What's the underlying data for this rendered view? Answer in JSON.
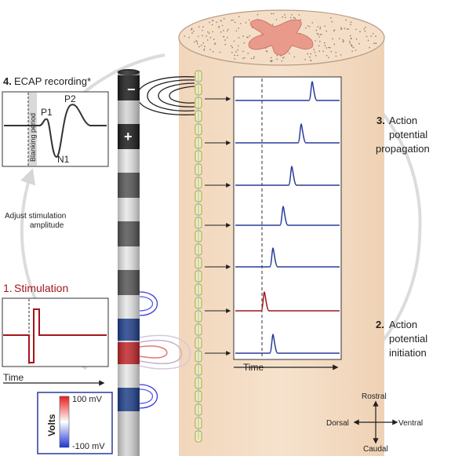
{
  "steps": {
    "recording": {
      "number": "4.",
      "label": "ECAP recording*"
    },
    "propagation": {
      "number": "3.",
      "line1": "Action",
      "line2": "potential",
      "line3": "propagation"
    },
    "initiation": {
      "number": "2.",
      "line1": "Action",
      "line2": "potential",
      "line3": "initiation"
    },
    "stimulation": {
      "number": "1.",
      "label": "Stimulation"
    }
  },
  "ecap_labels": {
    "blanking": "Blanking period",
    "p1": "P1",
    "p2": "P2",
    "n1": "N1"
  },
  "adjust": {
    "line1": "Adjust stimulation",
    "line2": "amplitude"
  },
  "electrode_polarity": {
    "minus": "−",
    "plus": "+"
  },
  "time_label": "Time",
  "legend": {
    "title": "Volts",
    "max": "100 mV",
    "min": "-100 mV"
  },
  "compass": {
    "up": "Rostral",
    "down": "Caudal",
    "left": "Dorsal",
    "right": "Ventral"
  },
  "colors": {
    "stim_red": "#a4161a",
    "trace_blue": "#2a3c9a",
    "tissue": "#f3dcc4",
    "grey_matter": "#ea9a8b",
    "arrow_grey": "#d8d8d8"
  }
}
